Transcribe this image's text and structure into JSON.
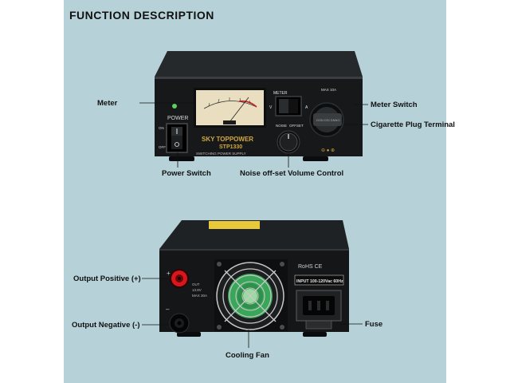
{
  "heading": "FUNCTION DESCRIPTION",
  "front": {
    "brand": "SKY TOPPOWER",
    "model": "STP1330",
    "subtitle": "SWITCHING  POWER  SUPPLY",
    "power_label": "POWER",
    "on_label": "ON",
    "off_label": "OFF",
    "meter_switch_label": "METER",
    "meter_v": "V",
    "meter_a": "A",
    "max_label": "MAX 10A",
    "noise_label": "NOISE",
    "offset_label": "OFFSET",
    "plug_cap_text": "DON DSI DNNO"
  },
  "back": {
    "compliance": "RoHS CE",
    "input_rating": "INPUT 100-120Vac 60Hz",
    "output_text_1": "OUT",
    "output_text_2": "13.8V",
    "output_text_3": "MAX 30A",
    "plus": "+",
    "minus": "–"
  },
  "callouts": {
    "meter": "Meter",
    "meter_switch": "Meter Switch",
    "cigarette_plug": "Cigarette Plug Terminal",
    "power_switch": "Power Switch",
    "noise_control": "Noise off-set Volume Control",
    "output_positive": "Output Positive (+)",
    "output_negative": "Output Negative (-)",
    "fuse": "Fuse",
    "cooling_fan": "Cooling Fan"
  },
  "colors": {
    "panel_bg": "#b6d2d8",
    "device_black": "#16181a",
    "meter_face": "#e9dfc0",
    "power_led": "#5cd25a",
    "fan_green": "#3aa65a",
    "terminal_red": "#d8161c"
  }
}
